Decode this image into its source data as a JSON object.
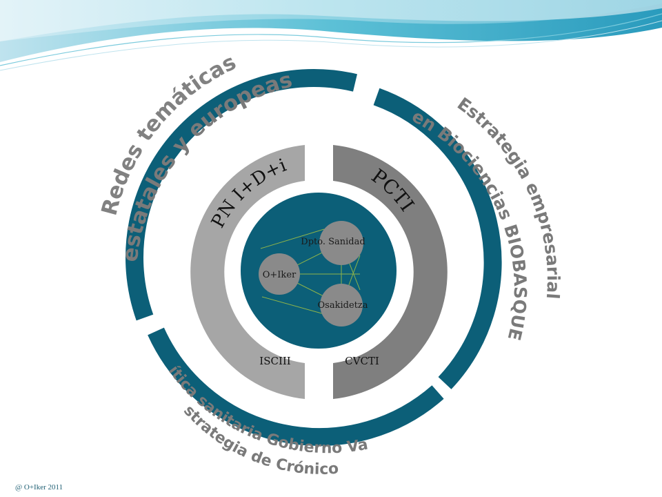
{
  "outer_ring": {
    "top_left": [
      "Redes temáticas",
      "estatales y europeas"
    ],
    "right": [
      "Estrategia empresarial",
      "en Biociencias BIOBASQUE"
    ],
    "bottom": [
      "Política sanitaria Gobierno Vasco",
      "\"Estrategia de Crónicos\""
    ]
  },
  "middle_ring": {
    "left_title": "PN I+D+i",
    "right_title": "PCTI",
    "left_bottom_label": "ISCIII",
    "right_bottom_label": "CVCTI"
  },
  "core": {
    "nodes": [
      "Dpto. Sanidad",
      "O+Iker",
      "Osakidetza"
    ]
  },
  "footer": "@ O+Iker 2011",
  "colors": {
    "teal": "#0c5f78",
    "grey_light": "#a6a6a6",
    "grey_dark": "#7f7f7f",
    "node": "#8a8a8a",
    "link": "#8fb44a",
    "label_grey": "#7a7a7a"
  }
}
